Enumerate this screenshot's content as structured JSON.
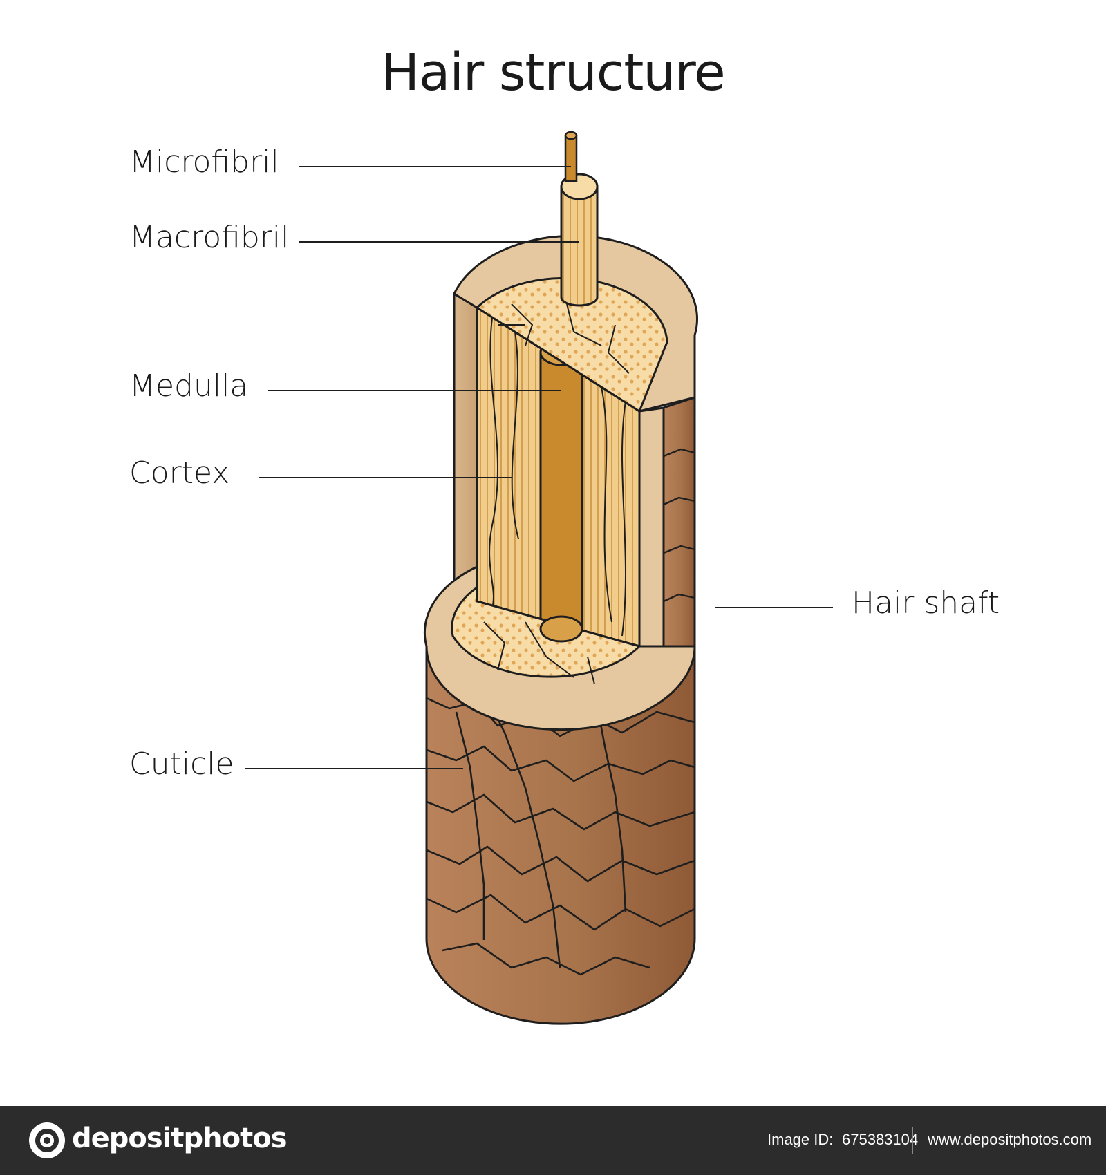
{
  "title": "Hair structure",
  "labels": {
    "microfibril": "Microfibril",
    "macrofibril": "Macrofibril",
    "medulla": "Medulla",
    "cortex": "Cortex",
    "hair_shaft": "Hair shaft",
    "cuticle": "Cuticle"
  },
  "footer": {
    "brand": "depositphotos",
    "image_id_label": "Image ID:",
    "image_id": "675383104",
    "url": "www.depositphotos.com"
  },
  "colors": {
    "cuticle_light": "#b9825a",
    "cuticle_dark": "#8f5a36",
    "cortex_fill": "#f2cc8a",
    "cortex_light": "#f7dca8",
    "outer_ring": "#e6c8a0",
    "medulla": "#c98a2e",
    "outline": "#1e1e1e",
    "footer_bg": "#2c2c2c"
  }
}
